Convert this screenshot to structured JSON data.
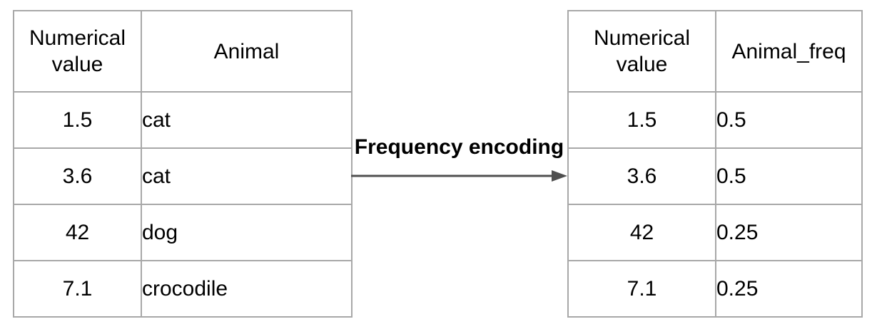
{
  "diagram": {
    "transform_label": "Frequency encoding"
  },
  "left_table": {
    "headers": [
      "Numerical value",
      "Animal"
    ],
    "rows": [
      [
        "1.5",
        "cat"
      ],
      [
        "3.6",
        "cat"
      ],
      [
        "42",
        "dog"
      ],
      [
        "7.1",
        "crocodile"
      ]
    ]
  },
  "right_table": {
    "headers": [
      "Numerical value",
      "Animal_freq"
    ],
    "rows": [
      [
        "1.5",
        "0.5"
      ],
      [
        "3.6",
        "0.5"
      ],
      [
        "42",
        "0.25"
      ],
      [
        "7.1",
        "0.25"
      ]
    ]
  },
  "colors": {
    "background": "#ffffff",
    "table_border": "#a8a8a8",
    "text": "#000000",
    "arrow": "#4f4f4f"
  }
}
